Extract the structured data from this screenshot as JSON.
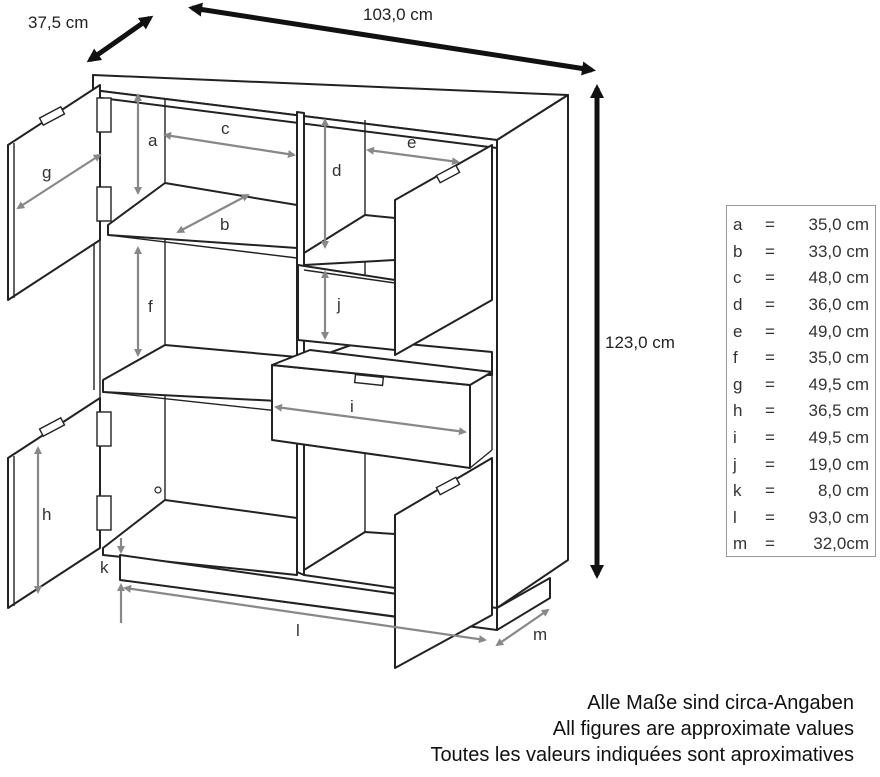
{
  "dimensions": {
    "depth": "37,5 cm",
    "width": "103,0 cm",
    "height": "123,0 cm"
  },
  "labels": [
    "a",
    "b",
    "c",
    "d",
    "e",
    "f",
    "g",
    "h",
    "i",
    "j",
    "k",
    "l",
    "m"
  ],
  "legend": [
    {
      "key": "a",
      "eq": "=",
      "value": "35,0 cm"
    },
    {
      "key": "b",
      "eq": "=",
      "value": "33,0 cm"
    },
    {
      "key": "c",
      "eq": "=",
      "value": "48,0 cm"
    },
    {
      "key": "d",
      "eq": "=",
      "value": "36,0 cm"
    },
    {
      "key": "e",
      "eq": "=",
      "value": "49,0 cm"
    },
    {
      "key": "f",
      "eq": "=",
      "value": "35,0 cm"
    },
    {
      "key": "g",
      "eq": "=",
      "value": "49,5 cm"
    },
    {
      "key": "h",
      "eq": "=",
      "value": "36,5 cm"
    },
    {
      "key": "i",
      "eq": "=",
      "value": "49,5 cm"
    },
    {
      "key": "j",
      "eq": "=",
      "value": "19,0 cm"
    },
    {
      "key": "k",
      "eq": "=",
      "value": "8,0 cm"
    },
    {
      "key": "l",
      "eq": "=",
      "value": "93,0 cm"
    },
    {
      "key": "m",
      "eq": "=",
      "value": "32,0cm"
    }
  ],
  "notes": [
    "Alle Maße sind circa-Angaben",
    "All figures are approximate values",
    "Toutes les valeurs indiquées sont aproximatives"
  ]
}
